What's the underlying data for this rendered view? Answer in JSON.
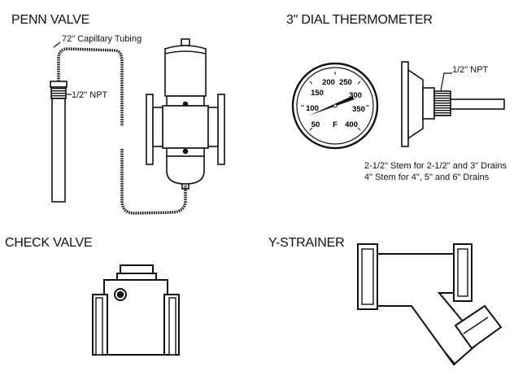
{
  "penn_valve": {
    "title": "PENN VALVE",
    "capillary_label": "72\" Capillary Tubing",
    "npt_label": "1/2\" NPT"
  },
  "thermometer": {
    "title": "3\" DIAL THERMOMETER",
    "npt_label": "1/2\" NPT",
    "dial_numbers": [
      "50",
      "100",
      "150",
      "200",
      "250",
      "300",
      "350",
      "400"
    ],
    "unit": "F",
    "note_line1": "2-1/2\" Stem for 2-1/2\" and 3\" Drains",
    "note_line2": "4\" Stem for 4\", 5\" and 6\" Drains"
  },
  "check_valve": {
    "title": "CHECK VALVE"
  },
  "y_strainer": {
    "title": "Y-STRAINER"
  }
}
